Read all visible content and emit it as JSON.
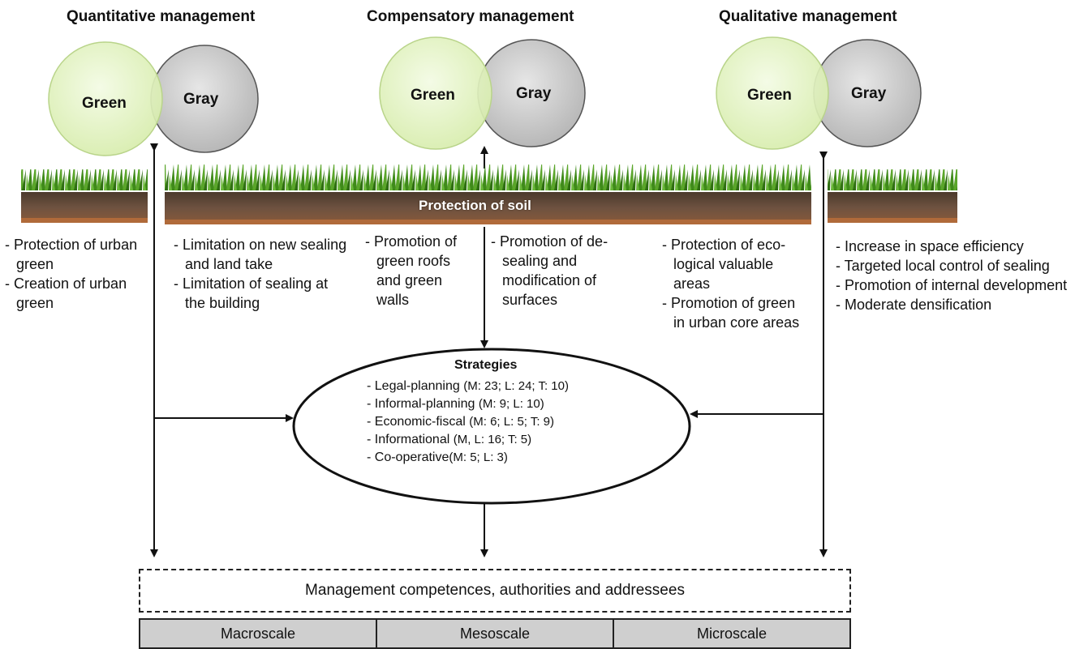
{
  "panels": [
    {
      "title": "Quantitative management",
      "green": "Green",
      "gray": "Gray"
    },
    {
      "title": "Compensatory management",
      "green": "Green",
      "gray": "Gray"
    },
    {
      "title": "Qualitative management",
      "green": "Green",
      "gray": "Gray"
    }
  ],
  "soil_label": "Protection of soil",
  "bullets": {
    "quant_left": [
      "- Protection of urban green",
      "- Creation of urban green"
    ],
    "quant_right": [
      "- Limitation on new sealing and land take",
      "- Limitation of sealing at the building"
    ],
    "comp_left": [
      "- Promotion of green roofs and green walls"
    ],
    "comp_right": [
      "- Promotion of de-sealing and modification of surfaces"
    ],
    "qual_left": [
      "- Protection of eco-logical valuable areas",
      "- Promotion of green in urban core areas"
    ],
    "qual_right": [
      "- Increase in space efficiency",
      "- Targeted local control of sealing",
      "- Promotion of internal development",
      "- Moderate densification"
    ]
  },
  "strategies": {
    "heading": "Strategies",
    "items": [
      {
        "name": "- Legal-planning",
        "values": "(M: 23; L: 24; T: 10)"
      },
      {
        "name": "- Informal-planning",
        "values": "(M: 9; L: 10)"
      },
      {
        "name": "- Economic-fiscal",
        "values": "(M: 6; L: 5; T: 9)"
      },
      {
        "name": "- Informational",
        "values": "(M, L: 16; T: 5)"
      },
      {
        "name": "- Co-operative",
        "values": "(M: 5; L: 3)"
      }
    ]
  },
  "management_box": "Management competences, authorities and addressees",
  "scales": [
    "Macroscale",
    "Mesoscale",
    "Microscale"
  ],
  "colors": {
    "green_circle": "#e6f5c8",
    "gray_circle": "#c8c8c8",
    "soil": "#6b4a36",
    "grass": "#4a8a1e"
  }
}
